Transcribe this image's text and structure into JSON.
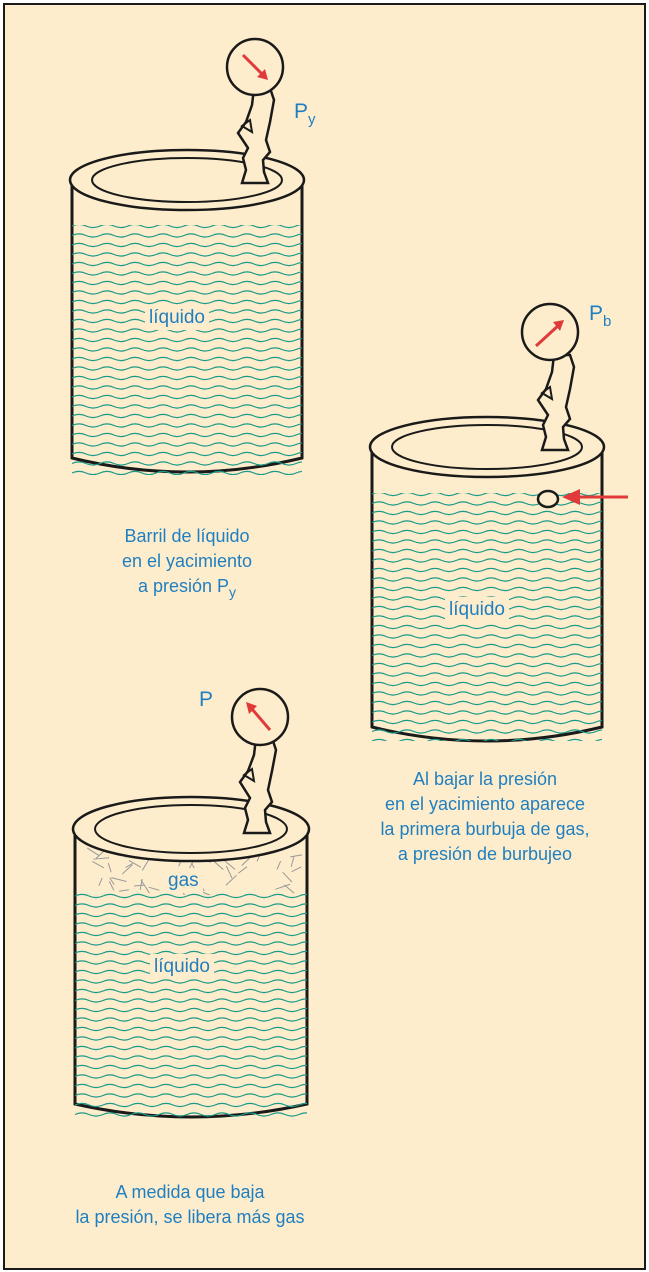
{
  "colors": {
    "background": "#fdedcc",
    "outline": "#1a1a1a",
    "liquid_waves": "#1a9a88",
    "gas_marks": "#999999",
    "gauge_needle": "#e03a3a",
    "text": "#1f7fc0"
  },
  "icons": [
    "pressure-gauge-icon",
    "valve-icon",
    "arrow-icon",
    "bubble-icon"
  ],
  "barrels": [
    {
      "gauge_label": {
        "main": "P",
        "sub": "y"
      },
      "contents": [
        "líquido"
      ],
      "caption": [
        "Barril de líquido",
        "en el yacimiento"
      ],
      "caption_pressure": {
        "main": "a presión P",
        "sub": "y"
      }
    },
    {
      "gauge_label": {
        "main": "P",
        "sub": "b"
      },
      "contents": [
        "líquido"
      ],
      "caption": [
        "Al bajar la presión",
        "en el yacimiento aparece",
        "la primera burbuja de gas,",
        "a presión de burbujeo"
      ]
    },
    {
      "gauge_label": {
        "main": "P",
        "sub": ""
      },
      "contents": [
        "gas",
        "líquido"
      ],
      "caption": [
        "A medida que baja",
        "la presión, se libera más gas"
      ]
    }
  ]
}
